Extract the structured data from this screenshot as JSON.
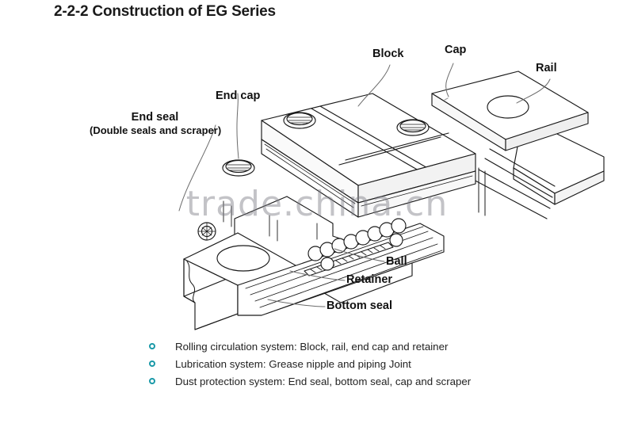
{
  "page": {
    "title": "2-2-2 Construction of EG Series",
    "watermark": "trade.china.cn",
    "background_color": "#ffffff"
  },
  "diagram": {
    "subject": "EG Series linear guideway assembly",
    "line_color": "#1a1a1a",
    "leader_color": "#6b6b6b",
    "callouts": [
      {
        "id": "block",
        "label": "Block"
      },
      {
        "id": "cap",
        "label": "Cap"
      },
      {
        "id": "rail",
        "label": "Rail"
      },
      {
        "id": "end-cap",
        "label": "End cap"
      },
      {
        "id": "end-seal",
        "label": "End seal",
        "sublabel": "(Double seals and scraper)"
      },
      {
        "id": "ball",
        "label": "Ball"
      },
      {
        "id": "retainer",
        "label": "Retainer"
      },
      {
        "id": "bottom-seal",
        "label": "Bottom seal"
      }
    ]
  },
  "features": {
    "bullet_color": "#1a99a8",
    "items": [
      "Rolling circulation system: Block, rail, end cap and retainer",
      "Lubrication system: Grease nipple and piping Joint",
      "Dust protection system: End seal, bottom seal, cap and scraper"
    ]
  }
}
